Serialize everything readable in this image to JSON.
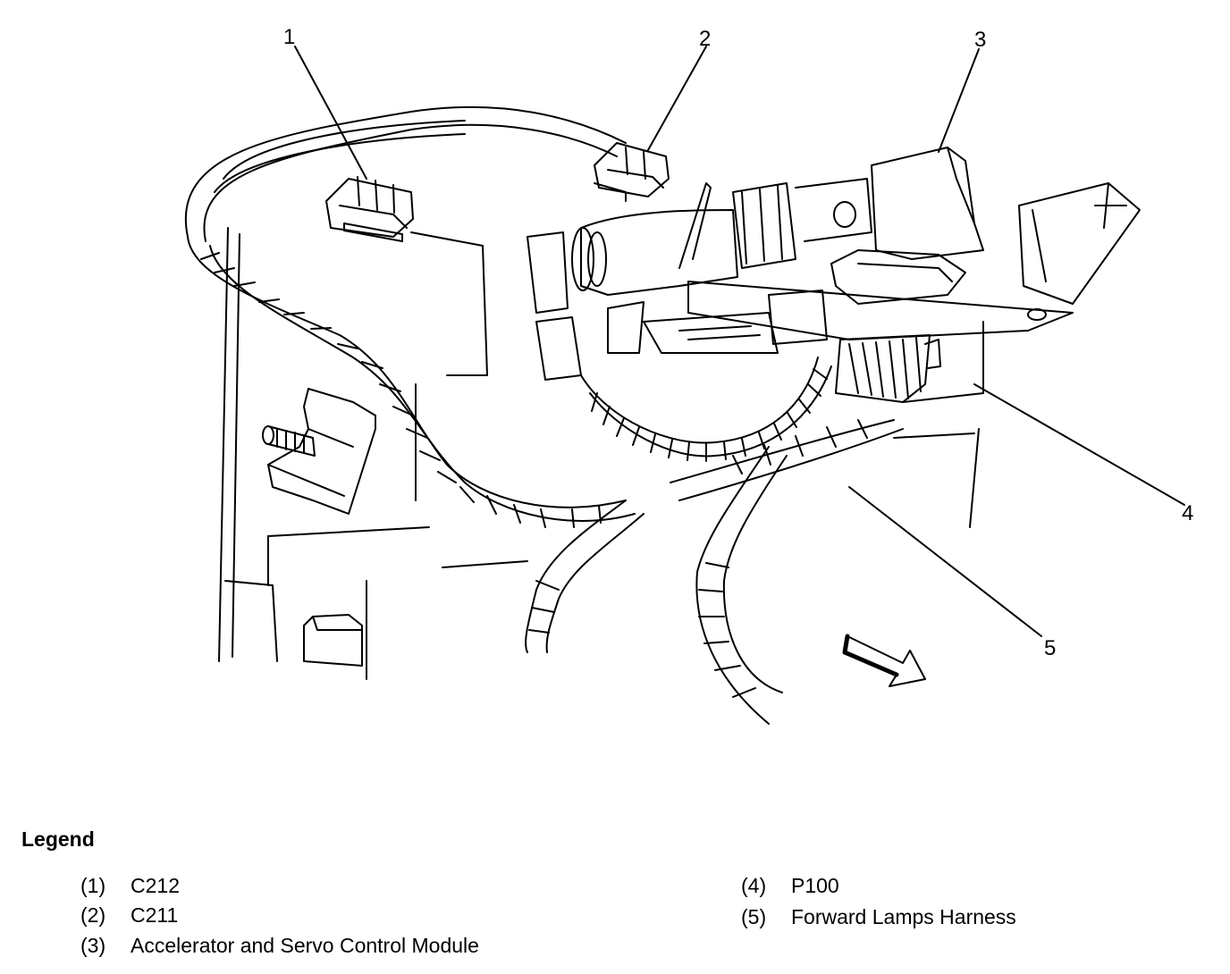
{
  "callouts": [
    "1",
    "2",
    "3",
    "4",
    "5"
  ],
  "legend": {
    "title": "Legend",
    "items": [
      {
        "num": "(1)",
        "label": "C212"
      },
      {
        "num": "(2)",
        "label": "C211"
      },
      {
        "num": "(3)",
        "label": "Accelerator and Servo Control Module"
      },
      {
        "num": "(4)",
        "label": "P100"
      },
      {
        "num": "(5)",
        "label": "Forward Lamps Harness"
      }
    ]
  }
}
